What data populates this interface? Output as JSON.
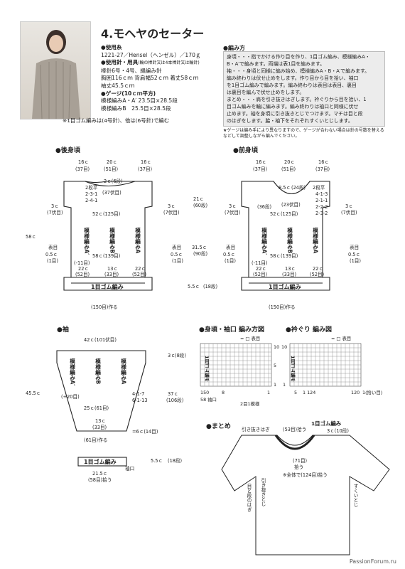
{
  "title": "4.モヘヤのセーター",
  "materials": {
    "yarn_head": "●使用糸",
    "yarn": "1221-27／Hensel（ヘンゼル）／170ｇ",
    "tools_head": "●使用針・用具",
    "tools_note": "(輪の棒針又は4本棒針又は輪針)",
    "needles": "棒針6号・4号、縄編み針",
    "size1": "胸囲116ｃｍ 背肩幅52ｃｍ 着丈58ｃｍ",
    "size2": "袖丈45.5ｃｍ",
    "gauge_head": "●ゲージ(10ｃｍ平方)",
    "gauge1": "模様編みA・A′ 23.5目×28.5段",
    "gauge2": "模様編みB　25.5目×28.5段",
    "needle_note": "※1目ゴム編みは(4号針)、他は(6号針)で編む"
  },
  "howto": {
    "head": "●編み方",
    "lines": [
      "身頃・・・指でかける作り目を作り、1目ゴム編み、模様編みA・",
      "B・A′で編みます。両端は表1目を編みます。",
      "袖・・・身頃と同様に編み始め、模様編みA・B・A′で編みます。",
      "編み終わりは伏せ止めをします。作り目から目を拾い、袖口",
      "を1目ゴム編みで編みます。編み終わりは表目は表目、裏目",
      "は裏目を編んで伏せ止めをします。",
      "まとめ・・・肩を引き抜きはぎします。衿ぐりから目を拾い、1",
      "目ゴム編みを輪に編みます。編み終わりは袖口と同様に伏せ",
      "止めます。袖を身頃に引き抜きとじでつけます。マチは目と段",
      "のはぎをします。脇・袖下をそれぞれすくいとじします。"
    ],
    "note": "★ゲージは編み手により異なりますので、ゲージが合わない場合は針の号数を替えるなどして調整しながら編んでください。"
  },
  "sections": {
    "back": "●後身頃",
    "front": "●前身頃",
    "sleeve": "●袖",
    "chart1": "●身頃・袖口 編み方図",
    "chart2": "●衿ぐり 編み図",
    "finish": "●まとめ"
  },
  "back": {
    "top": [
      "16ｃ",
      "20ｃ",
      "16ｃ"
    ],
    "top_rows": [
      "(37目)",
      "(51目)",
      "(37目)"
    ],
    "neck": "2ｃ(6段)",
    "neck2": "(37伏目)",
    "neck3": "2段平",
    "neck4": "2-3-1",
    "neck5": "2-4-1",
    "left1": "3ｃ",
    "left1b": "(7伏目)",
    "right1": "3ｃ",
    "right1b": "(7伏目)",
    "width": "52ｃ(125目)",
    "hem": "58ｃ(139目)",
    "h58": "58ｃ",
    "pA1": "模様編みA′",
    "pB": "模様編みB",
    "pA2": "模様編みA",
    "edge_l": "表目",
    "edge_l2": "0.5ｃ",
    "edge_l3": "(1目)",
    "edge_r": "表目",
    "edge_r2": "0.5ｃ",
    "edge_r3": "(1目)",
    "inc": "(-11目)",
    "b1": "22ｃ",
    "b1r": "(52目)",
    "b2": "13ｃ",
    "b2r": "(33目)",
    "b3": "22ｃ",
    "b3r": "(52目)",
    "rib": "1目ゴム編み",
    "cast": "(150目)作る",
    "sh": "21ｃ",
    "shr": "(60段)",
    "mid": "31.5ｃ",
    "midr": "(90段)",
    "ribh": "5.5ｃ",
    "ribhr": "(18段)"
  },
  "front": {
    "neck": "8.5ｃ",
    "neckr": "(24段)",
    "neck2": "(23伏目)",
    "side": "(36段)",
    "dec1": "2段平",
    "dec2": "4-1-3",
    "dec3": "2-1-1",
    "dec4": "2-2-2",
    "dec5": "2-3-2"
  },
  "sleeve": {
    "top": "42ｃ(101伏目)",
    "h": "45.5ｃ",
    "top_h": "3ｃ",
    "top_hr": "(8段)",
    "side1": "37ｃ",
    "side1r": "(106段)",
    "inc1": "4-1-7",
    "inc2": "6-1-13",
    "inc_count": "(+20目)",
    "w25": "25ｃ(61目)",
    "w13": "13ｃ",
    "w13r": "(33目)",
    "dot": "=6ｃ(14目)",
    "cast": "(61目)作る",
    "rib": "1目ゴム編み",
    "cuff": "袖口",
    "w21": "21.5ｃ",
    "w21r": "(58目)拾う",
    "rib_h": "5.5ｃ",
    "rib_hr": "(18段)"
  },
  "charts": {
    "legend1": "= □ 表目",
    "row_label": "2目1模様",
    "bottom1": "150",
    "bottom2": "58 袖口",
    "bottom3": "8",
    "bottom4": "1",
    "rows10": "10",
    "rows5": "5",
    "rows1": "1",
    "legend2": "= □ 表目",
    "cb1": "5",
    "cb2": "1 124",
    "cb3": "120",
    "cb4": "1(拾い目)",
    "rib_label": "1目ゴム編み"
  },
  "finish": {
    "shoulder": "引き抜きはぎ",
    "rib": "1目ゴム編み",
    "rib_h": "3ｃ(10段)",
    "pick1": "(53目)拾う",
    "pick2": "(71目)",
    "pick3": "拾う",
    "total": "※全体で(124目)拾う",
    "join1": "引き抜きとじ",
    "join2": "目と段のはぎ",
    "seam": "すくいとじ"
  },
  "footer": "PassionForum.ru"
}
